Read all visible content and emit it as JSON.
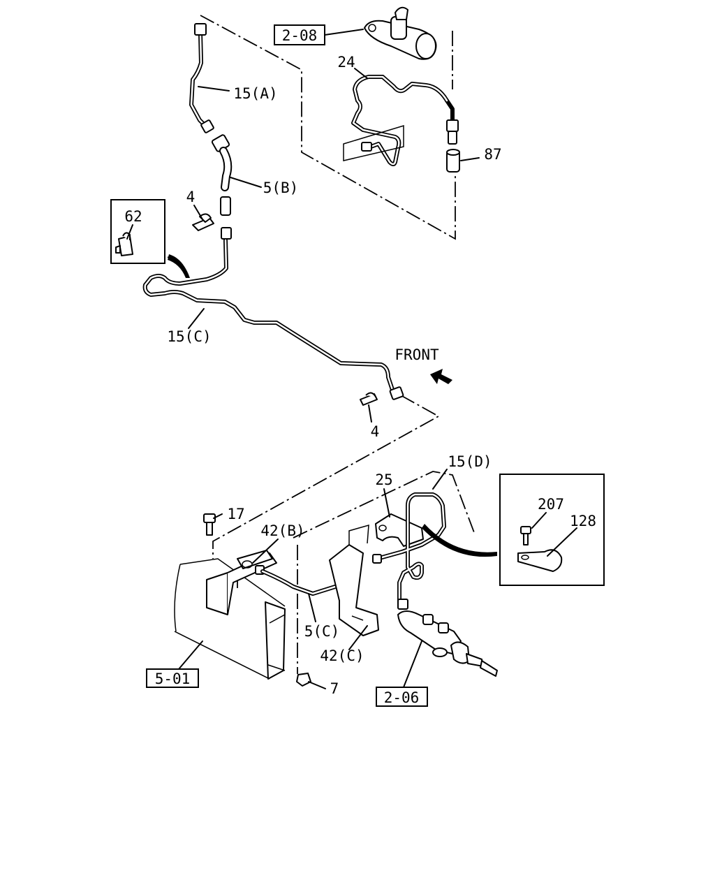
{
  "callouts": {
    "ref_2_08": "2-08",
    "ref_2_06": "2-06",
    "ref_5_01": "5-01",
    "p24": "24",
    "p87": "87",
    "p15a": "15(A)",
    "p5b": "5(B)",
    "p4_top": "4",
    "p62": "62",
    "p15c": "15(C)",
    "front": "FRONT",
    "p4_bottom": "4",
    "p15d": "15(D)",
    "p25": "25",
    "p17": "17",
    "p42b": "42(B)",
    "p207": "207",
    "p128": "128",
    "p5c": "5(C)",
    "p42c": "42(C)",
    "p7": "7"
  }
}
